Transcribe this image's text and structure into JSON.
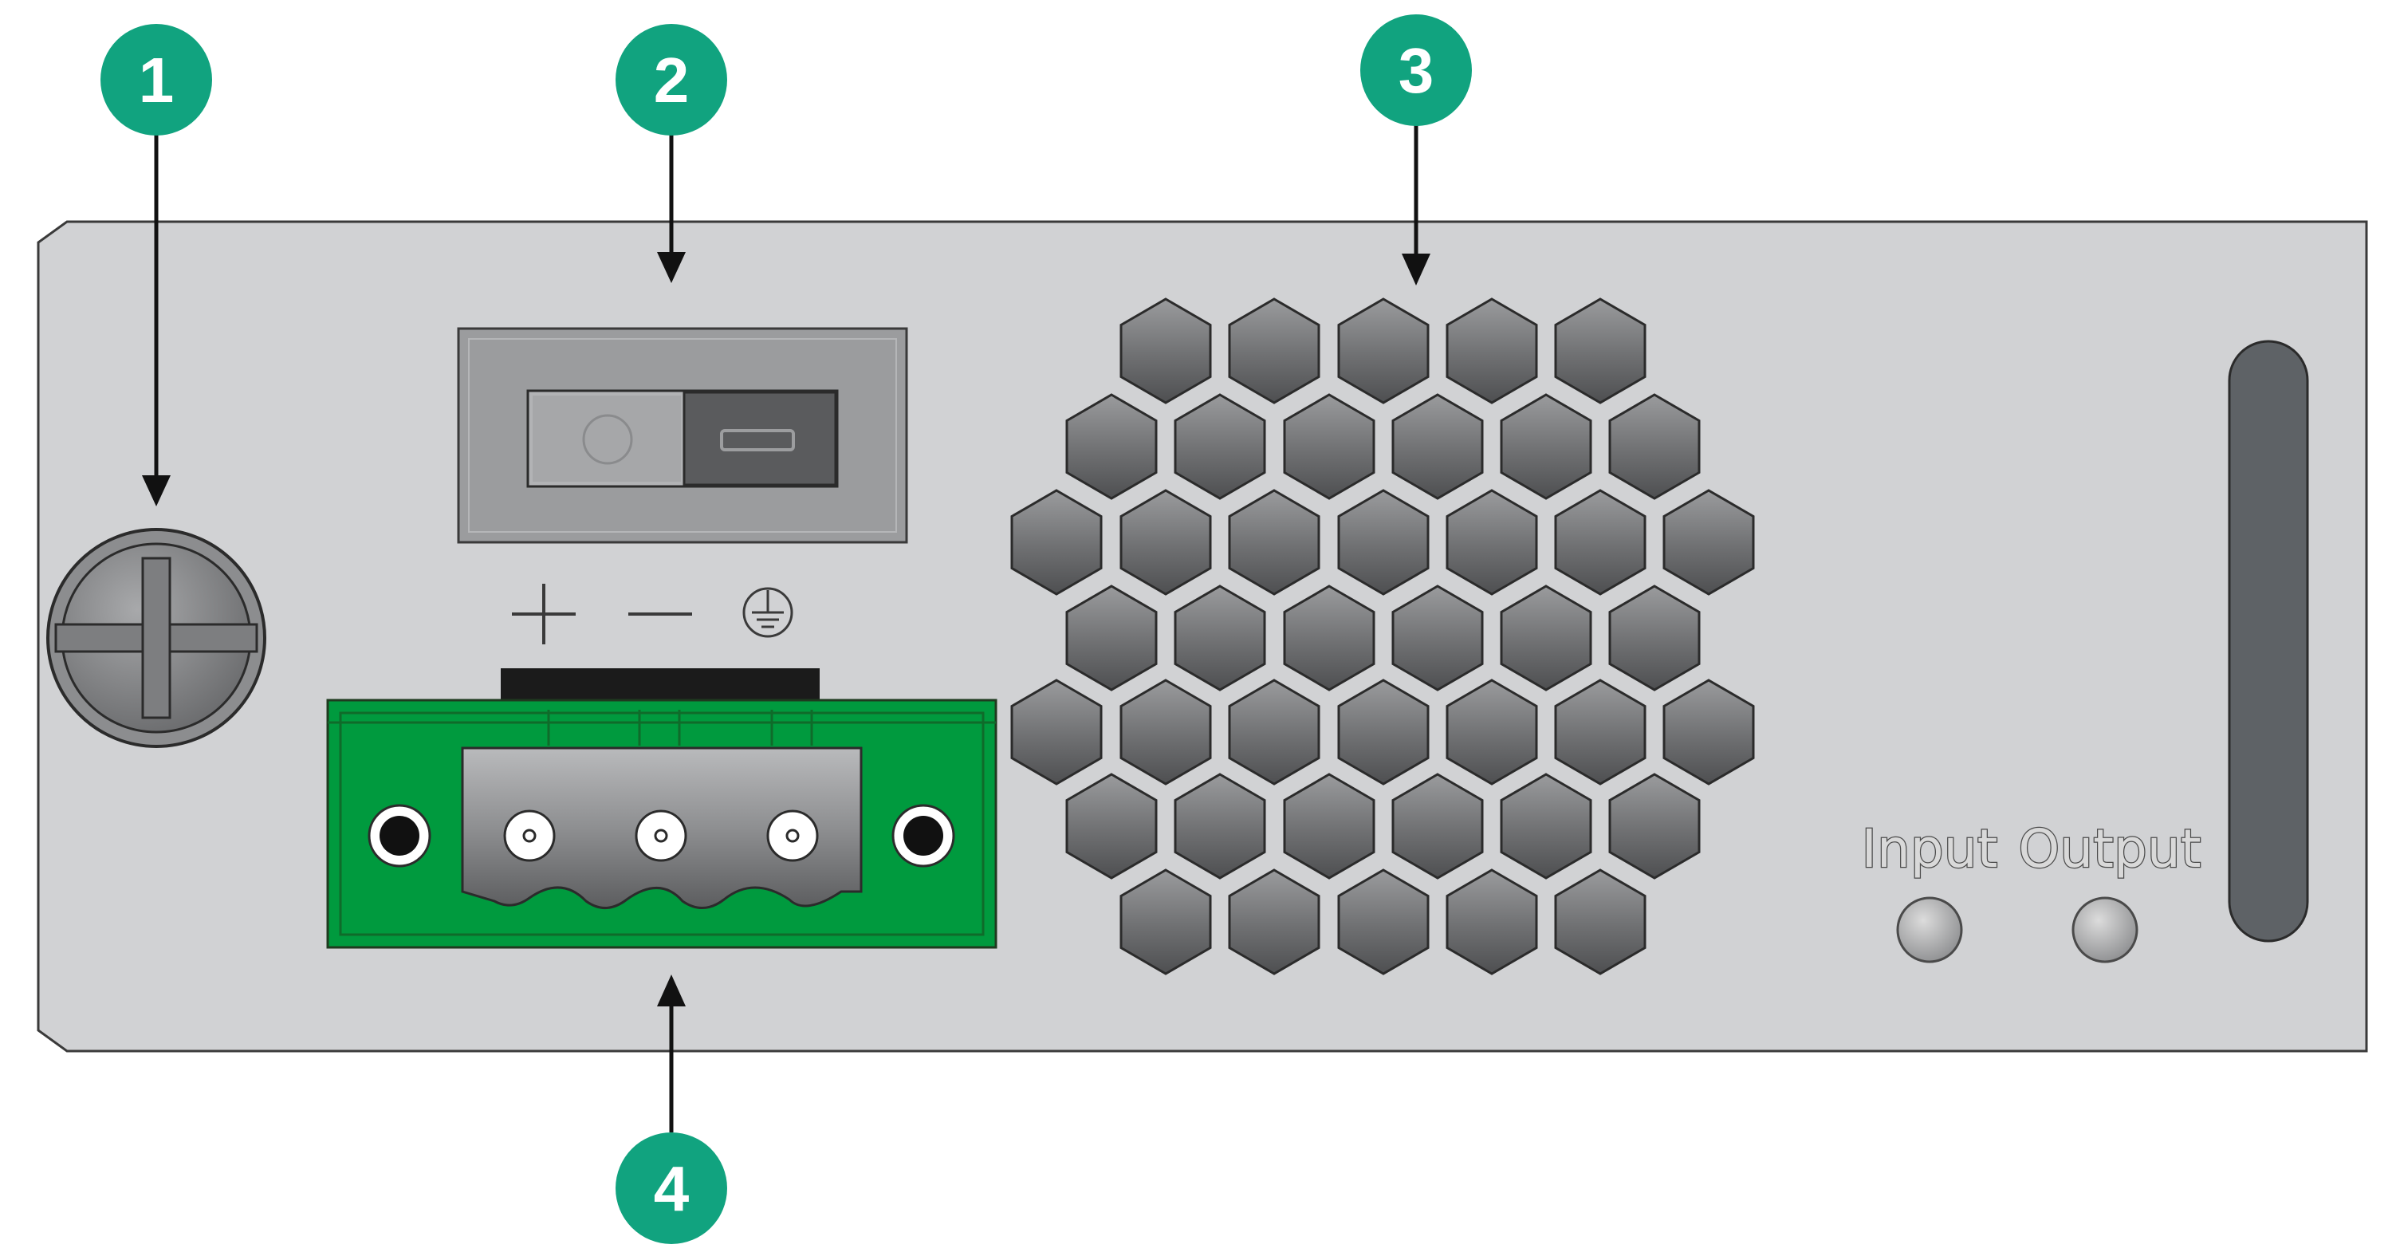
{
  "callouts": [
    {
      "id": 1,
      "label": "1",
      "target": "grounding-screw"
    },
    {
      "id": 2,
      "label": "2",
      "target": "power-switch"
    },
    {
      "id": 3,
      "label": "3",
      "target": "ventilation-grille"
    },
    {
      "id": 4,
      "label": "4",
      "target": "power-input-terminal"
    }
  ],
  "leds": [
    {
      "label": "Input"
    },
    {
      "label": "Output"
    }
  ],
  "terminal_symbols": [
    "plus-icon",
    "minus-icon",
    "ground-icon"
  ],
  "colors": {
    "callout": "#11a37f",
    "panel": "#d1d2d4",
    "terminal_block": "#009a3e",
    "switch_housing": "#9b9c9e",
    "handle": "#5e6266"
  }
}
